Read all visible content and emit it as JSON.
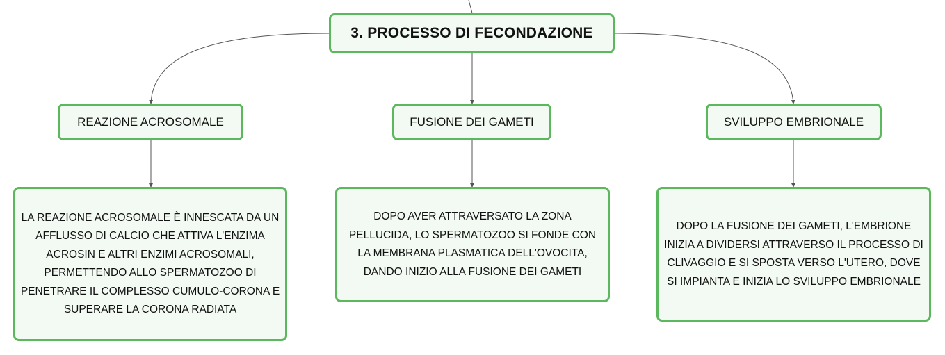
{
  "root": {
    "label": "3. PROCESSO DI FECONDAZIONE"
  },
  "topics": [
    {
      "label": "REAZIONE ACROSOMALE",
      "detail": "LA REAZIONE ACROSOMALE È INNESCATA DA UN AFFLUSSO DI CALCIO CHE ATTIVA L'ENZIMA ACROSIN E ALTRI ENZIMI ACROSOMALI, PERMETTENDO ALLO SPERMATOZOO DI PENETRARE IL COMPLESSO CUMULO-CORONA E SUPERARE LA CORONA RADIATA"
    },
    {
      "label": "FUSIONE DEI GAMETI",
      "detail": "DOPO AVER ATTRAVERSATO LA ZONA PELLUCIDA, LO SPERMATOZOO SI FONDE CON LA MEMBRANA PLASMATICA DELL'OVOCITA, DANDO INIZIO ALLA FUSIONE DEI GAMETI"
    },
    {
      "label": "SVILUPPO EMBRIONALE",
      "detail": "DOPO LA FUSIONE DEI GAMETI, L'EMBRIONE INIZIA A DIVIDERSI ATTRAVERSO IL PROCESSO DI CLIVAGGIO E SI SPOSTA VERSO L'UTERO, DOVE SI IMPIANTA E INIZIA LO SVILUPPO EMBRIONALE"
    }
  ],
  "colors": {
    "node_border": "#5cb85c",
    "node_fill": "#f3faf3",
    "connector": "#555555"
  }
}
